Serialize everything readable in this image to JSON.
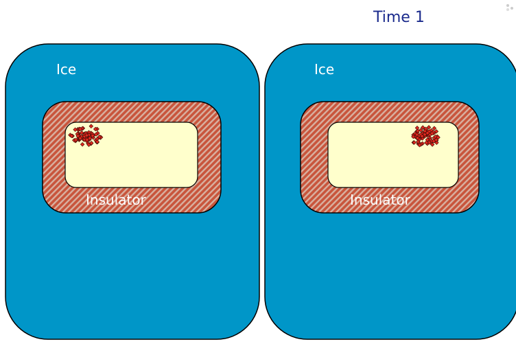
{
  "title": "Time 1",
  "panels": [
    {
      "ice_label": "Ice",
      "insulator_label": "Insulator",
      "particle_cluster": "left"
    },
    {
      "ice_label": "Ice",
      "insulator_label": "Insulator",
      "particle_cluster": "right"
    }
  ],
  "colors": {
    "ice": "#0096c8",
    "insulator_base": "#c8553c",
    "insulator_stripe": "#d8b0a0",
    "chamber": "#ffffcc",
    "particle": "#e0281e",
    "outline": "#000000",
    "title": "#1a2a8c"
  }
}
